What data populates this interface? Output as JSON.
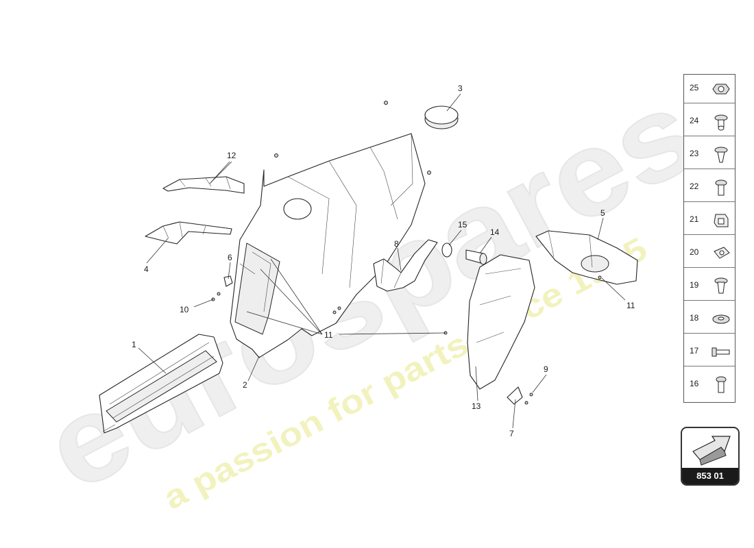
{
  "watermark": {
    "brand": "eurospares",
    "tagline": "a passion for parts since 1985"
  },
  "callouts": {
    "c1": "1",
    "c2": "2",
    "c3": "3",
    "c4": "4",
    "c5": "5",
    "c6": "6",
    "c7": "7",
    "c8": "8",
    "c9": "9",
    "c10": "10",
    "c11a": "11",
    "c11b": "11",
    "c12": "12",
    "c13": "13",
    "c14": "14",
    "c15": "15"
  },
  "legend": {
    "items": [
      {
        "number": "25",
        "icon": "hex-nut-icon"
      },
      {
        "number": "24",
        "icon": "expansion-rivet-icon"
      },
      {
        "number": "23",
        "icon": "plastic-clip-icon"
      },
      {
        "number": "22",
        "icon": "push-rivet-icon"
      },
      {
        "number": "21",
        "icon": "spring-nut-icon"
      },
      {
        "number": "20",
        "icon": "speed-nut-icon"
      },
      {
        "number": "19",
        "icon": "rivet-nut-icon"
      },
      {
        "number": "18",
        "icon": "washer-icon"
      },
      {
        "number": "17",
        "icon": "flange-bolt-icon"
      },
      {
        "number": "16",
        "icon": "torx-screw-icon"
      }
    ]
  },
  "reference": {
    "code": "853 01",
    "icon": "direction-arrow-icon"
  }
}
